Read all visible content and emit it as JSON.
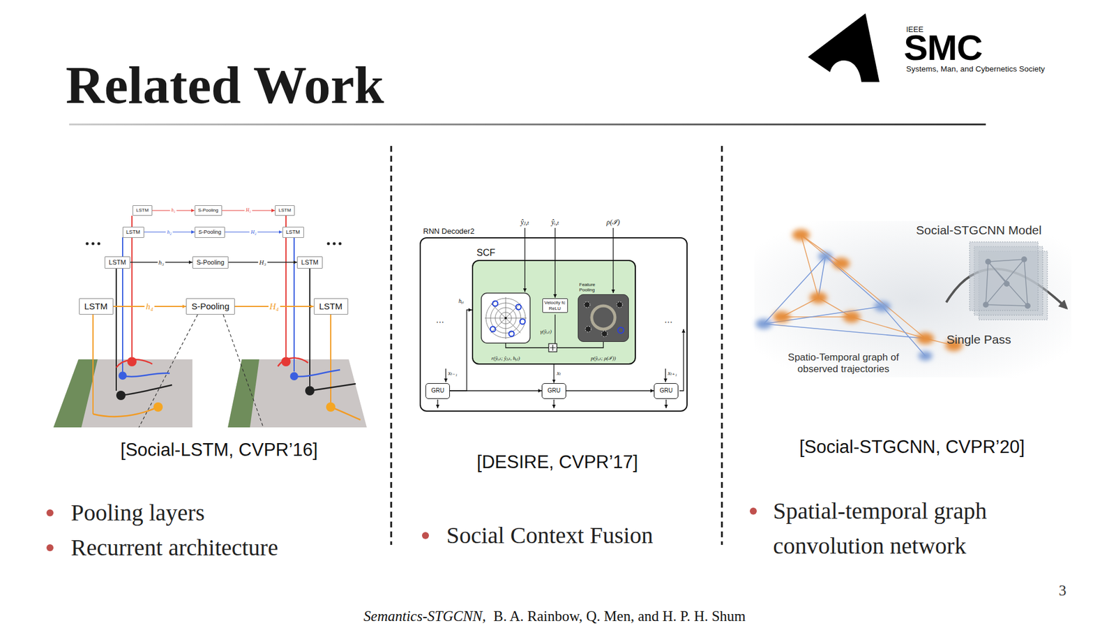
{
  "diagram": {
    "title": "Related Work",
    "nodes": [
      {
        "text": [
          "LSTM"
        ]
      },
      {
        "text": [
          "S-Pooling"
        ]
      },
      {
        "text": [
          "LSTM"
        ]
      },
      {
        "text": [
          "LSTM"
        ]
      },
      {
        "text": [
          "S-Pooling"
        ]
      },
      {
        "text": [
          "LSTM"
        ]
      },
      {
        "text": [
          "LSTM"
        ]
      },
      {
        "text": [
          "S-Pooling"
        ]
      },
      {
        "text": [
          "LSTM"
        ]
      },
      {
        "text": [
          "LSTM"
        ]
      },
      {
        "text": [
          "S-Pooling"
        ]
      },
      {
        "text": [
          "LSTM"
        ]
      },
      {
        "text": [
          "RNN Decoder2"
        ]
      },
      {
        "text": [
          "SCF"
        ],
        "in": 12
      },
      {
        "text": [
          "Velocity fc ReLU"
        ],
        "in": 13
      },
      {
        "text": [
          "Feature Pooling"
        ],
        "in": 13
      },
      {
        "text": [
          "GRU"
        ],
        "in": 12
      },
      {
        "text": [
          "GRU"
        ],
        "in": 12
      },
      {
        "text": [
          "GRU"
        ],
        "in": 12
      }
    ],
    "edges": [
      {
        "from": 0,
        "to": 1,
        "arrow": "to",
        "label": "h₁"
      },
      {
        "from": 1,
        "to": 2,
        "arrow": "to",
        "label": "H₁"
      },
      {
        "from": 3,
        "to": 4,
        "arrow": "to",
        "label": "h₂"
      },
      {
        "from": 4,
        "to": 5,
        "arrow": "to",
        "label": "H₂"
      },
      {
        "from": 6,
        "to": 7,
        "arrow": "to",
        "label": "h₃"
      },
      {
        "from": 7,
        "to": 8,
        "arrow": "to",
        "label": "H₃"
      },
      {
        "from": 9,
        "to": 10,
        "arrow": "to",
        "label": "h₄"
      },
      {
        "from": 10,
        "to": 11,
        "arrow": "to",
        "label": "H₄"
      },
      {
        "from": 16,
        "to": 17,
        "arrow": "to"
      },
      {
        "from": 17,
        "to": 18,
        "arrow": "to"
      },
      {
        "from": 16,
        "to": 13,
        "arrow": "to"
      },
      {
        "from": 13,
        "to": 17,
        "arrow": "to"
      }
    ],
    "labels": [
      "IEEE",
      "SMC",
      "Systems, Man, and Cybernetics Society",
      "ŷⱼ,ₜ",
      "ŷᵢ,ₜ",
      "ρ(ℐ)",
      "…",
      "hᵧᵢ",
      "…",
      "γ(ŷᵢ,ₜ)",
      "r(ŷᵢ,ₜ; ŷⱼ,ₜ, hᵧⱼ)",
      "p(ŷᵢ,ₜ; ρ(ℐ))",
      "xₜ₋₁",
      "xₜ",
      "xₜ₊₁",
      "Social-STGCNN Model",
      "Single Pass",
      "Spatio-Temporal graph of observed trajectories",
      "[Social-LSTM, CVPR’16]",
      "[DESIRE, CVPR’17]",
      "[Social-STGCNN, CVPR’20]",
      "Pooling layers",
      "Recurrent architecture",
      "Social Context Fusion",
      "Spatial-temporal graph convolution network",
      "3",
      "Semantics-STGCNN,",
      "B. A. Rainbow, Q. Men, and H. P. H. Shum"
    ]
  }
}
